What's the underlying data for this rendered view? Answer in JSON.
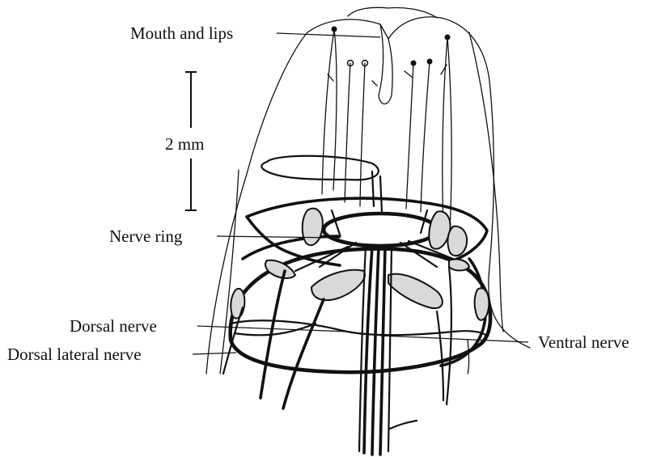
{
  "labels": {
    "mouth": "Mouth and lips",
    "scale": "2 mm",
    "nerve_ring": "Nerve ring",
    "dorsal_nerve": "Dorsal nerve",
    "dorsal_lateral_nerve": "Dorsal lateral nerve",
    "ventral_nerve": "Ventral nerve"
  },
  "colors": {
    "ink": "#111111",
    "background": "#ffffff",
    "ganglion_fill": "#d9d9d9"
  }
}
